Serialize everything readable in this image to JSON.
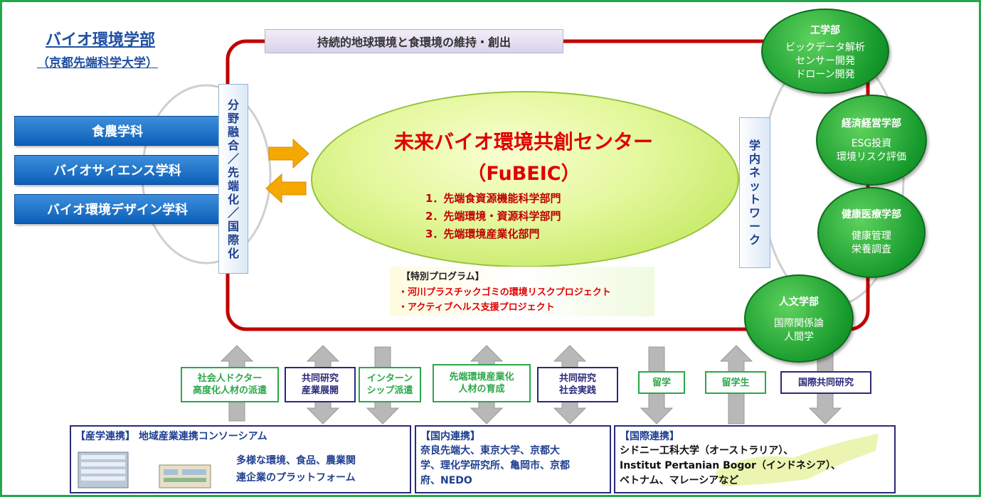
{
  "title": {
    "main": "バイオ環境学部",
    "sub": "（京都先端科学大学）"
  },
  "banner": "持続的地球環境と食環境の維持・創出",
  "departments": [
    {
      "label": "食農学科"
    },
    {
      "label": "バイオサイエンス学科"
    },
    {
      "label": "バイオ環境デザイン学科"
    }
  ],
  "fusion_chars": [
    "分",
    "野",
    "融",
    "合",
    "／",
    "先",
    "端",
    "化",
    "／",
    "国",
    "際",
    "化"
  ],
  "network_chars": [
    "学",
    "内",
    "ネ",
    "ッ",
    "ト",
    "ワ",
    "ー",
    "ク"
  ],
  "center": {
    "title": "未来バイオ環境共創センター",
    "abbr": "（FuBEIC）",
    "divisions": [
      "1．先端食資源機能科学部門",
      "2．先端環境・資源科学部門",
      "3．先端環境産業化部門"
    ]
  },
  "special_program": {
    "title": "【特別プログラム】",
    "items": [
      "・河川プラスチックゴミの環境リスクプロジェクト",
      "・アクティブヘルス支援プロジェクト"
    ]
  },
  "faculties": [
    {
      "title": "工学部",
      "lines": [
        "ビックデータ解析",
        "センサー開発",
        "ドローン開発"
      ]
    },
    {
      "title": "経済経営学部",
      "lines": [
        "ESG投資",
        "環境リスク評価"
      ]
    },
    {
      "title": "健康医療学部",
      "lines": [
        "健康管理",
        "栄養調査"
      ]
    },
    {
      "title": "人文学部",
      "lines": [
        "国際関係論",
        "人間学"
      ]
    }
  ],
  "flow_labels": [
    {
      "text": "社会人ドクター\n高度化人材の派遣",
      "style": "green"
    },
    {
      "text": "共同研究\n産業展開",
      "style": "purple"
    },
    {
      "text": "インターン\nシップ派遣",
      "style": "green"
    },
    {
      "text": "先端環境産業化\n人材の育成",
      "style": "green"
    },
    {
      "text": "共同研究\n社会実践",
      "style": "purple"
    },
    {
      "text": "留学",
      "style": "green"
    },
    {
      "text": "留学生",
      "style": "green"
    },
    {
      "text": "国際共同研究",
      "style": "purple"
    }
  ],
  "bottom": {
    "industry": {
      "head": "【産学連携】 地域産業連携コンソーシアム",
      "body": [
        "多様な環境、食品、農業関",
        "連企業のプラットフォーム"
      ]
    },
    "domestic": {
      "head": "【国内連携】",
      "body": [
        "奈良先端大、東京大学、京都大",
        "学、理化学研究所、亀岡市、京都",
        "府、NEDO"
      ]
    },
    "international": {
      "head": "【国際連携】",
      "body": [
        "シドニー工科大学（オーストラリア）、",
        "Institut Pertanian Bogor（インドネシア）、",
        "ベトナム、マレーシアなど"
      ]
    }
  },
  "colors": {
    "frame_green": "#22a84a",
    "network_red": "#c00000",
    "dept_blue": "#1a6fcc",
    "center_text_red": "#e00000",
    "faculty_green": "#1a9a32"
  }
}
